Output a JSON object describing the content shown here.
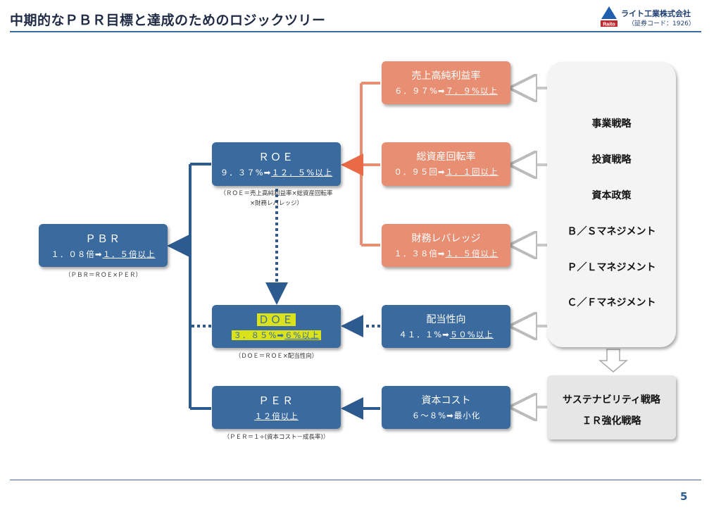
{
  "title": "中期的なＰＢＲ目標と達成のためのロジックツリー",
  "company": {
    "name": "ライト工業株式会社",
    "code": "（証券コード：1926）",
    "logo_text": "Raito"
  },
  "page_number": "5",
  "pbr": {
    "label": "ＰＢＲ",
    "from": "１．０８倍",
    "arrow": "➡",
    "to": "１．５倍以上",
    "note": "（ＰＢＲ＝ＲＯＥ×ＰＥＲ）"
  },
  "roe": {
    "label": "ＲＯＥ",
    "from": "９．３７%",
    "arrow": "➡",
    "to": "１２．５%以上",
    "note_line1": "（ＲＯＥ＝売上高純利益率×総資産回転率",
    "note_line2": "×財務レバレッジ）"
  },
  "doe": {
    "label": "ＤＯＥ",
    "from": "３．８５%",
    "arrow": "➡",
    "to": "６%以上",
    "note": "（ＤＯＥ＝ＲＯＥ×配当性向）"
  },
  "per": {
    "label": "ＰＥＲ",
    "value": "１２倍以上",
    "note": "（ＰＥＲ＝１÷(資本コスト－成長率)）"
  },
  "net_margin": {
    "label": "売上高純利益率",
    "from": "６．９７%",
    "arrow": "➡",
    "to": "７．９%以上"
  },
  "asset_turnover": {
    "label": "総資産回転率",
    "from": "０．９５回",
    "arrow": "➡",
    "to": "１．１回以上"
  },
  "leverage": {
    "label": "財務レバレッジ",
    "from": "１．３８倍",
    "arrow": "➡",
    "to": "１．５倍以上"
  },
  "payout": {
    "label": "配当性向",
    "from": "４１．１%",
    "arrow": "➡",
    "to": "５０%以上"
  },
  "cost_of_capital": {
    "label": "資本コスト",
    "from": "６～８%",
    "arrow": "➡",
    "to": "最小化"
  },
  "strategies": [
    "事業戦略",
    "投資戦略",
    "資本政策",
    "Ｂ／Ｓマネジメント",
    "Ｐ／Ｌマネジメント",
    "Ｃ／Ｆマネジメント"
  ],
  "sustainability": [
    "サステナビリティ戦略",
    "ＩＲ強化戦略"
  ],
  "colors": {
    "blue": "#3a6a9e",
    "orange": "#e88f73",
    "rule": "#3e6aa0",
    "highlight": "#d9e21b"
  }
}
